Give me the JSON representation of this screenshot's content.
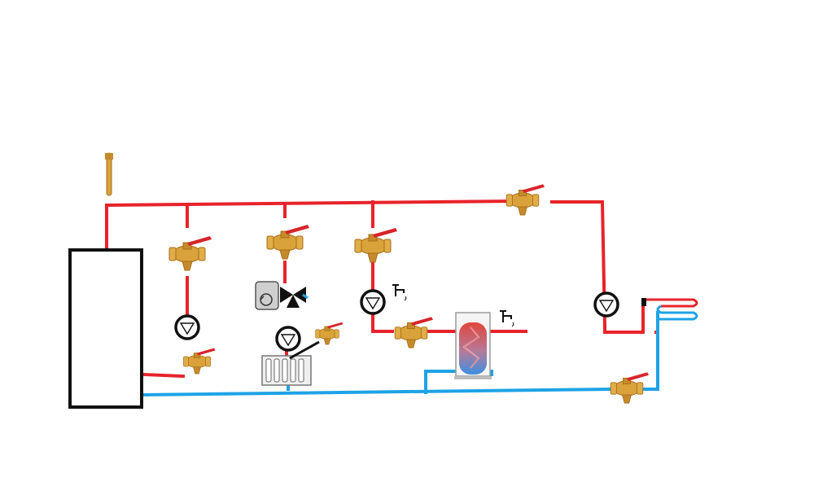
{
  "colors": {
    "supply": "#e8232a",
    "return": "#1ea3e6",
    "outline": "#111111",
    "brass": "#d9a23a",
    "brass_dark": "#a86e1a",
    "handle": "#d7252b",
    "tank_hot": "#e0463b",
    "tank_cold": "#3d8fe0"
  },
  "components": {
    "boiler": "boiler",
    "pumps": [
      "pump",
      "pump",
      "pump",
      "pump"
    ],
    "valves": [
      "ball-valve",
      "ball-valve",
      "ball-valve",
      "ball-valve",
      "ball-valve",
      "ball-valve",
      "ball-valve",
      "ball-valve"
    ],
    "mixing_valve": "three-way-mixing-valve",
    "actuator": "valve-actuator",
    "radiator": "radiator",
    "tank": "hot-water-cylinder",
    "taps": [
      "tap",
      "tap"
    ],
    "underfloor": "underfloor-heating-coil",
    "thermometer": "thermometer"
  }
}
